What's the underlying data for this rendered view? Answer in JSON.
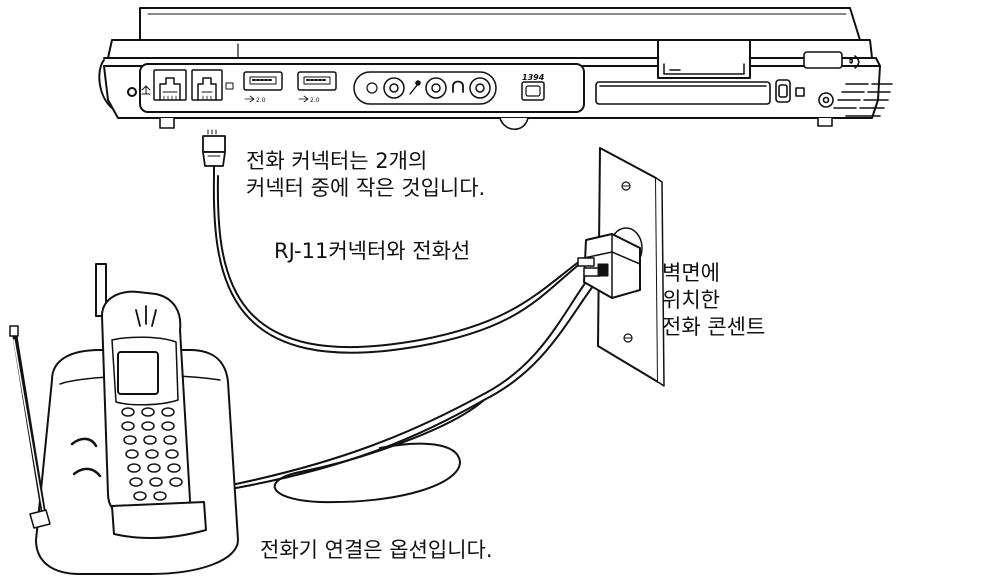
{
  "labels": {
    "connector_line1": "전화 커넥터는 2개의",
    "connector_line2": "커넥터 중에 작은 것입니다.",
    "rj11_cable": "RJ-11커넥터와 전화선",
    "wall_line1": "벽면에",
    "wall_line2": "위치한",
    "wall_line3": "전화 콘센트",
    "phone_optional": "전화기 연결은 옵션입니다."
  },
  "port_labels": {
    "usb_a": "2.0",
    "usb_b": "2.0",
    "firewire": "1394"
  }
}
